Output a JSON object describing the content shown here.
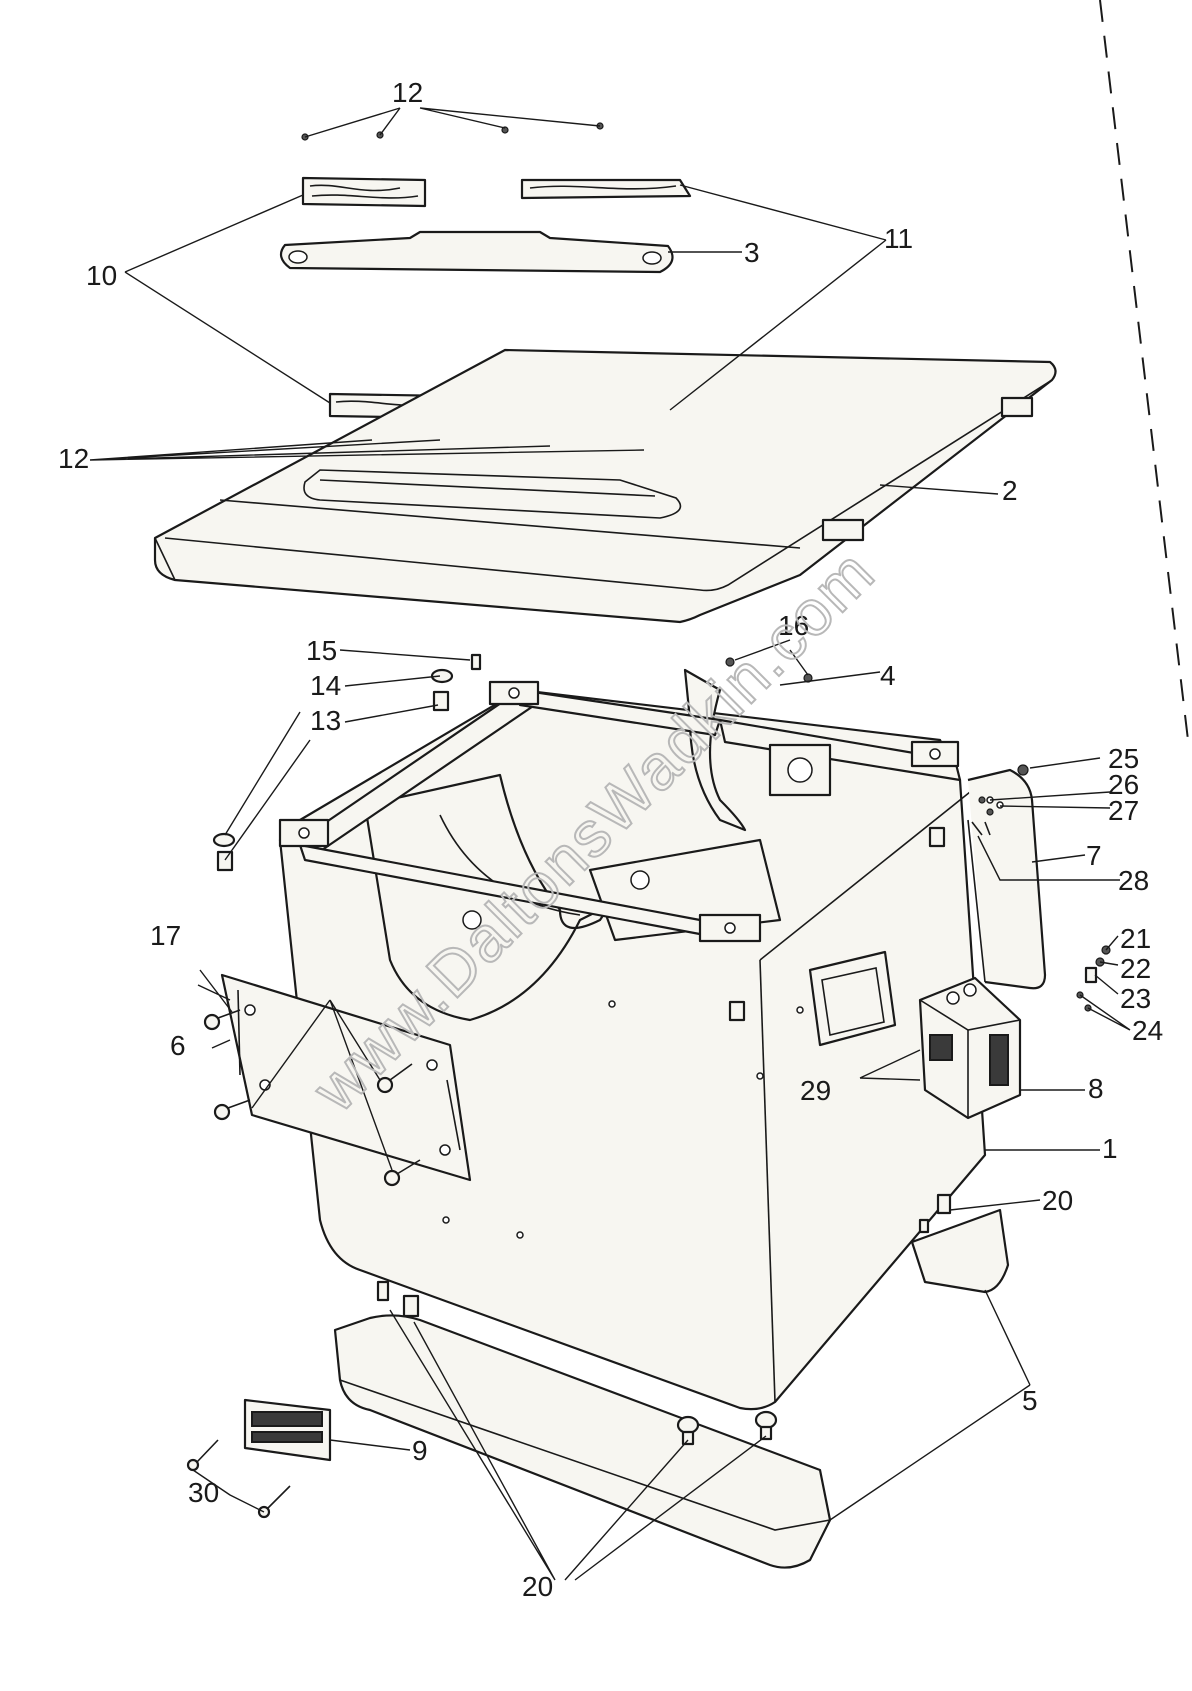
{
  "callouts": {
    "c1": "1",
    "c2": "2",
    "c3": "3",
    "c4": "4",
    "c5a": "5",
    "c6": "6",
    "c7": "7",
    "c8": "8",
    "c9": "9",
    "c10": "10",
    "c11": "11",
    "c12a": "12",
    "c12b": "12",
    "c13": "13",
    "c14": "14",
    "c15": "15",
    "c16": "16",
    "c17": "17",
    "c20a": "20",
    "c20b": "20",
    "c21": "21",
    "c22": "22",
    "c23": "23",
    "c24": "24",
    "c25": "25",
    "c26": "26",
    "c27": "27",
    "c28": "28",
    "c29": "29",
    "c30": "30"
  },
  "watermark": "www.DaltonsWadkin.com",
  "colors": {
    "ink": "#1a1a1a",
    "paper": "#ffffff",
    "watermark": "#b8b8b8"
  }
}
